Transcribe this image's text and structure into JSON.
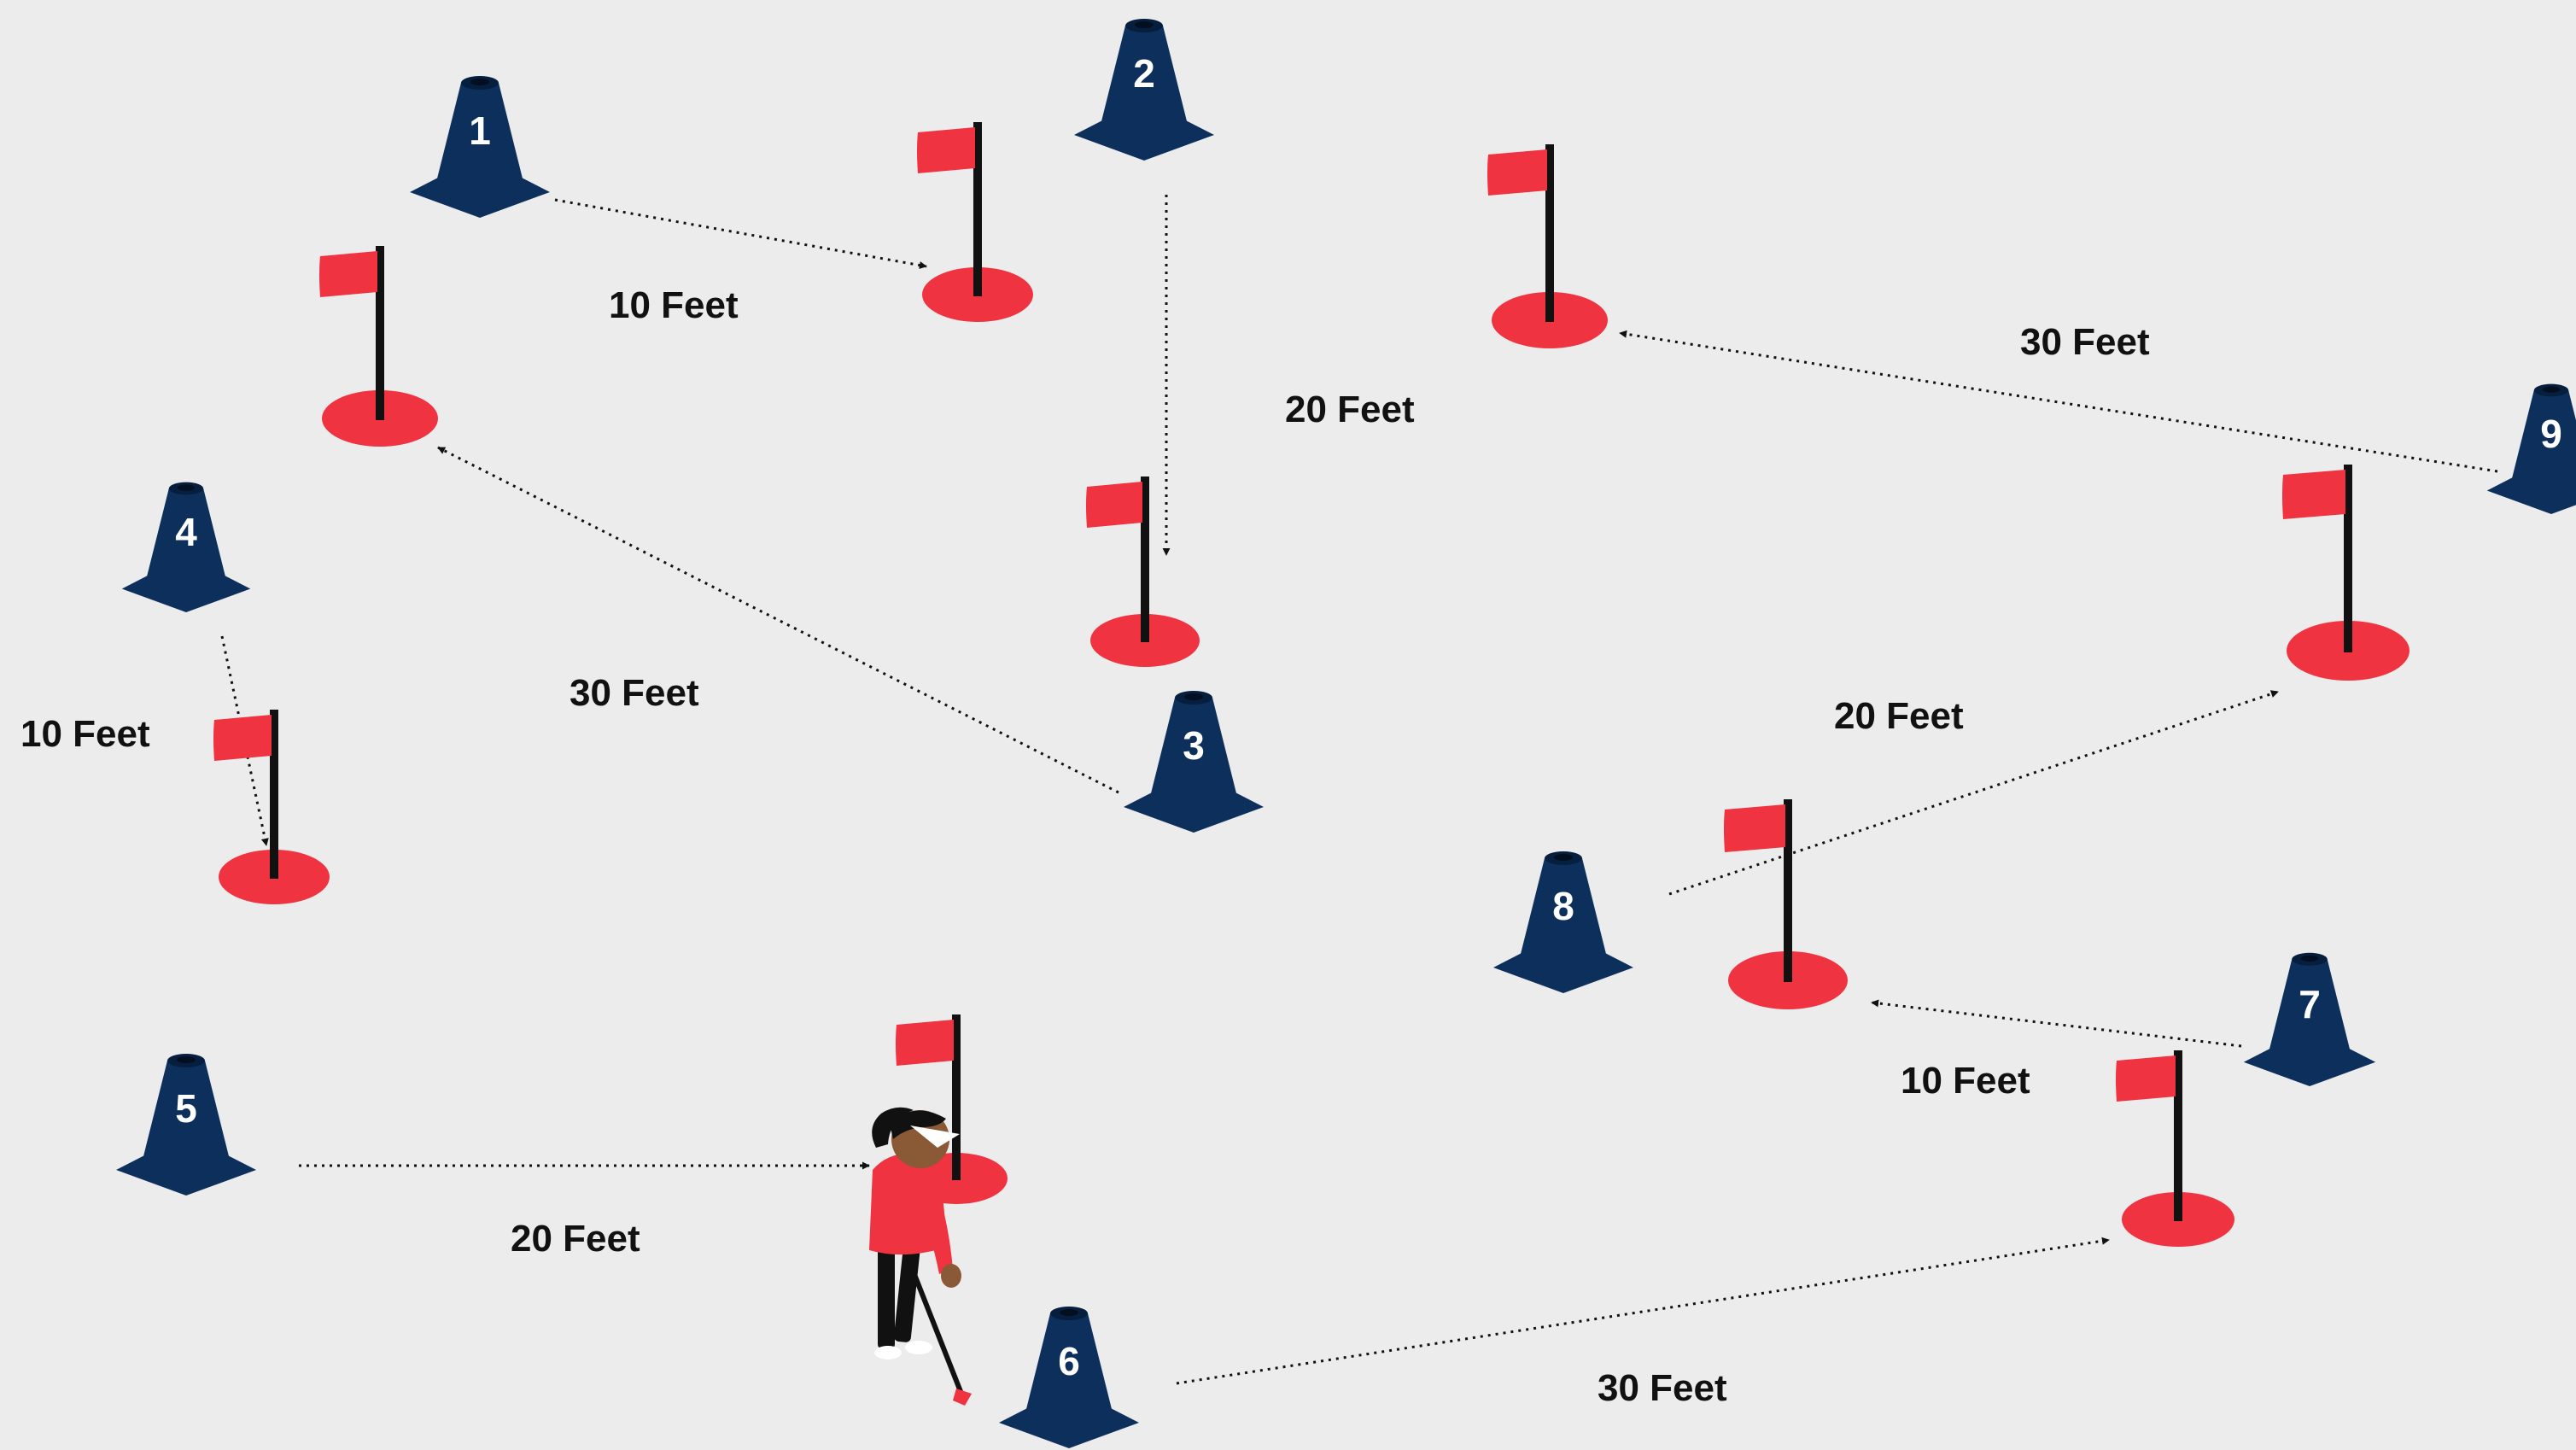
{
  "colors": {
    "background": "#ececec",
    "cone": "#0c2f5c",
    "cone_dark": "#071f3e",
    "flag_red": "#ef3340",
    "pole": "#111111",
    "text": "#111111"
  },
  "cones": [
    {
      "id": "cone-1",
      "number": "1"
    },
    {
      "id": "cone-2",
      "number": "2"
    },
    {
      "id": "cone-3",
      "number": "3"
    },
    {
      "id": "cone-4",
      "number": "4"
    },
    {
      "id": "cone-5",
      "number": "5"
    },
    {
      "id": "cone-6",
      "number": "6"
    },
    {
      "id": "cone-7",
      "number": "7"
    },
    {
      "id": "cone-8",
      "number": "8"
    },
    {
      "id": "cone-9",
      "number": "9"
    }
  ],
  "distances": [
    {
      "from": "1",
      "label": "10 Feet"
    },
    {
      "from": "2",
      "label": "20 Feet"
    },
    {
      "from": "3",
      "label": "30 Feet"
    },
    {
      "from": "4",
      "label": "10 Feet"
    },
    {
      "from": "5",
      "label": "20 Feet"
    },
    {
      "from": "6",
      "label": "30 Feet"
    },
    {
      "from": "7",
      "label": "10 Feet"
    },
    {
      "from": "8",
      "label": "20 Feet"
    },
    {
      "from": "9",
      "label": "30 Feet"
    }
  ],
  "hole_count": 9,
  "icons": [
    "traffic-cone-icon",
    "golf-flag-icon",
    "golfer-figure-icon",
    "dotted-arrow-icon"
  ]
}
